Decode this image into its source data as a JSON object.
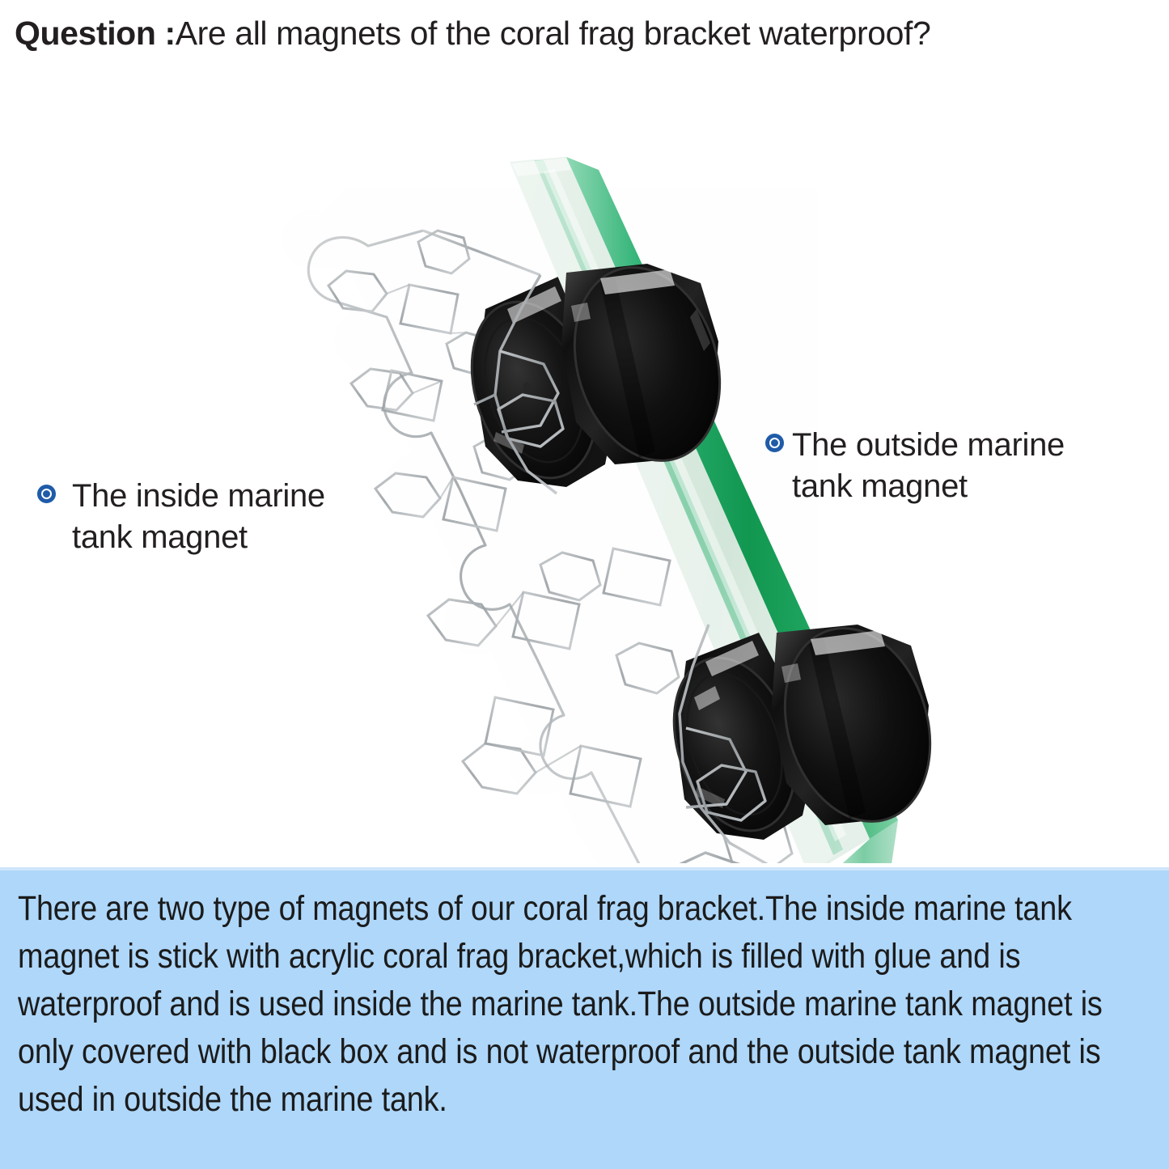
{
  "header": {
    "label": "Question :",
    "question": "Are all magnets of the coral frag bracket waterproof?"
  },
  "photo": {
    "alt_description": "Clear acrylic hexagonal coral frag bracket mounted on a green-edged glass aquarium panel with two black cylindrical magnets",
    "components": {
      "glass_panel": "aquarium-glass-panel",
      "acrylic_bracket": "acrylic-coral-frag-bracket",
      "inside_magnet": "inside-marine-tank-magnet",
      "outside_magnet": "outside-marine-tank-magnet"
    }
  },
  "callouts": [
    {
      "id": "inside",
      "bullet": "target-bullet-icon",
      "line1": "The inside marine",
      "line2": "tank magnet"
    },
    {
      "id": "outside",
      "bullet": "target-bullet-icon",
      "line1": "The outside marine",
      "line2": "tank magnet"
    }
  ],
  "answer_panel": {
    "text": "There are two type of magnets of our coral frag bracket.The inside marine tank magnet is stick with acrylic coral frag bracket,which is filled with glue and is waterproof and is used inside the marine tank.The outside marine tank magnet is only covered with black box and is not waterproof and the outside tank magnet is used in outside the marine tank."
  },
  "colors": {
    "panel_background": "#aed7fa",
    "panel_border": "#cfe6fb",
    "bullet_blue": "#1f5ba8",
    "text_dark": "#231f20",
    "glass_green_edge": "#18a05b",
    "glass_face": "#dcebe2",
    "magnet_black": "#0b0b0b",
    "page_background": "#ffffff"
  }
}
